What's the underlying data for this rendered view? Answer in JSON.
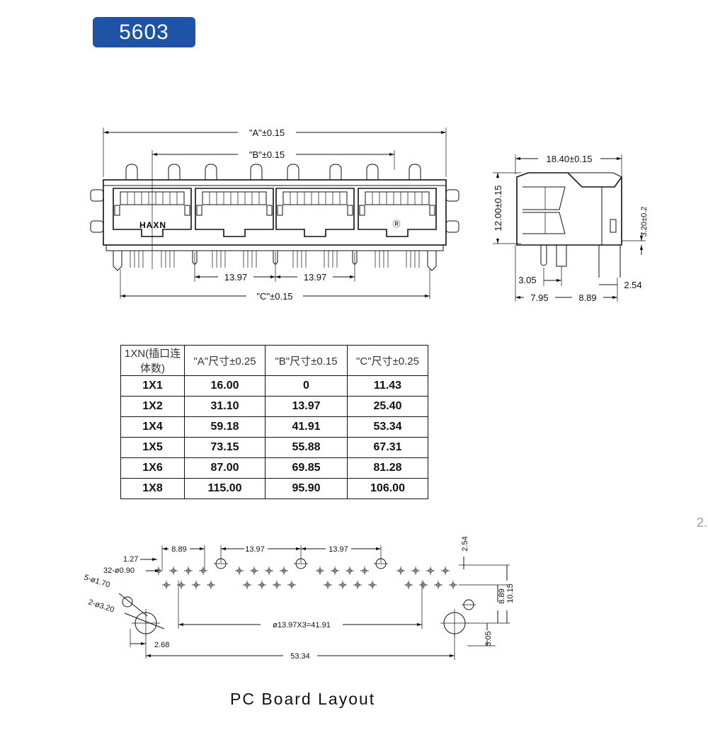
{
  "badge": {
    "model": "5603"
  },
  "front_view": {
    "dim_a": "\"A\"±0.15",
    "dim_b": "\"B\"±0.15",
    "dim_c": "\"C\"±0.15",
    "pitch_1": "13.97",
    "pitch_2": "13.97",
    "brand": "HAXN",
    "ul_mark": "Ⓡ"
  },
  "side_view": {
    "depth": "18.40±0.15",
    "height": "12.00±0.15",
    "offset": "3.20±0.2",
    "d1": "3.05",
    "d2": "2.54",
    "d3": "7.95",
    "d4": "8.89"
  },
  "spec_table": {
    "headers": [
      "1XN(插口连体数)",
      "\"A\"尺寸±0.25",
      "\"B\"尺寸±0.15",
      "\"C\"尺寸±0.25"
    ],
    "rows": [
      [
        "1X1",
        "16.00",
        "0",
        "11.43"
      ],
      [
        "1X2",
        "31.10",
        "13.97",
        "25.40"
      ],
      [
        "1X4",
        "59.18",
        "41.91",
        "53.34"
      ],
      [
        "1X5",
        "73.15",
        "55.88",
        "67.31"
      ],
      [
        "1X6",
        "87.00",
        "69.85",
        "81.28"
      ],
      [
        "1X8",
        "115.00",
        "95.90",
        "106.00"
      ]
    ]
  },
  "pcb_layout": {
    "title": "PC Board Layout",
    "d_889": "8.89",
    "d_1397a": "13.97",
    "d_1397b": "13.97",
    "d_254": "2.54",
    "d_127": "1.27",
    "holes_32": "32-ø0.90",
    "holes_5": "5-ø1.70",
    "holes_2": "2-ø3.20",
    "center_span": "ø13.97X3=41.91",
    "d_889v": "8.89",
    "d_1015": "10.15",
    "d_305": "3.05",
    "d_268": "2.68",
    "d_5334": "53.34"
  },
  "margin_fragment": "2."
}
